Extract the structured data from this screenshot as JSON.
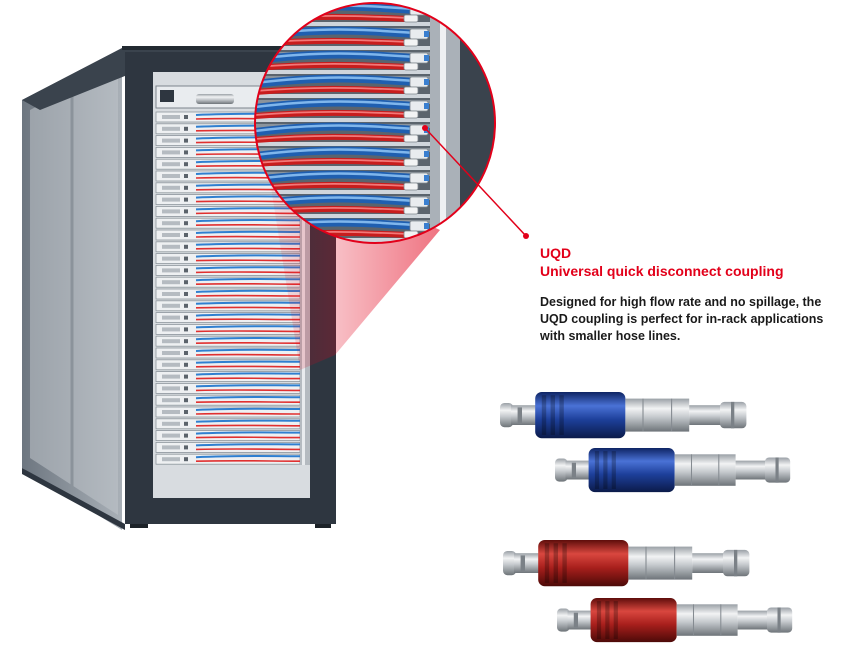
{
  "callout": {
    "title": "UQD",
    "subtitle": "Universal quick disconnect coupling",
    "description": "Designed for high flow rate and no spillage, the UQD coupling is perfect for in-rack applications with smaller hose lines."
  },
  "colors": {
    "accent_red": "#e2001a",
    "hose_blue": "#2f7fd0",
    "hose_red": "#e03030",
    "coupling_blue": "#1d3f9a",
    "coupling_red": "#a81f1c",
    "rack_frame": "#2e3640"
  }
}
